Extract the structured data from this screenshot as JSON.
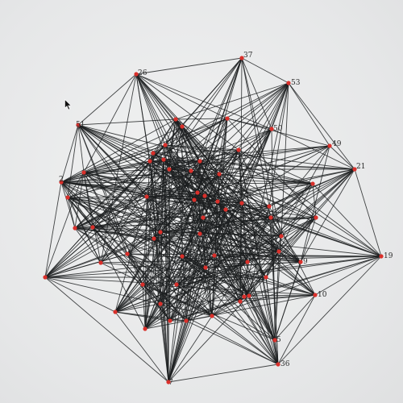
{
  "graph": {
    "nodes": [
      {
        "id": "n37",
        "label": "37"
      },
      {
        "id": "n26",
        "label": "26"
      },
      {
        "id": "n53",
        "label": "53"
      },
      {
        "id": "n51",
        "label": "51"
      },
      {
        "id": "n50",
        "label": "50"
      },
      {
        "id": "n49",
        "label": "49"
      },
      {
        "id": "n21",
        "label": "21"
      },
      {
        "id": "n2",
        "label": "2"
      },
      {
        "id": "n19",
        "label": "19"
      },
      {
        "id": "n9",
        "label": "9"
      },
      {
        "id": "n10",
        "label": "10"
      },
      {
        "id": "n5",
        "label": "5"
      },
      {
        "id": "n36",
        "label": "36"
      },
      {
        "id": "n7",
        "label": "7"
      },
      {
        "id": "n56",
        "label": ""
      },
      {
        "id": "n8",
        "label": ""
      },
      {
        "id": "n1",
        "label": ""
      },
      {
        "id": "n3",
        "label": ""
      },
      {
        "id": "n4",
        "label": ""
      },
      {
        "id": "n6",
        "label": ""
      },
      {
        "id": "n11",
        "label": ""
      },
      {
        "id": "n12",
        "label": ""
      },
      {
        "id": "n13",
        "label": ""
      },
      {
        "id": "n14",
        "label": ""
      },
      {
        "id": "n15",
        "label": ""
      },
      {
        "id": "n16",
        "label": ""
      },
      {
        "id": "n17",
        "label": ""
      },
      {
        "id": "n18",
        "label": ""
      },
      {
        "id": "n20",
        "label": ""
      },
      {
        "id": "n22",
        "label": ""
      },
      {
        "id": "n23",
        "label": ""
      },
      {
        "id": "n24",
        "label": ""
      },
      {
        "id": "n25",
        "label": ""
      },
      {
        "id": "n27",
        "label": ""
      },
      {
        "id": "n28",
        "label": ""
      },
      {
        "id": "n29",
        "label": ""
      },
      {
        "id": "n30",
        "label": ""
      },
      {
        "id": "n31",
        "label": ""
      },
      {
        "id": "n32",
        "label": ""
      },
      {
        "id": "n33",
        "label": ""
      },
      {
        "id": "n34",
        "label": ""
      },
      {
        "id": "n35",
        "label": ""
      },
      {
        "id": "n38",
        "label": ""
      },
      {
        "id": "n39",
        "label": ""
      },
      {
        "id": "n40",
        "label": ""
      },
      {
        "id": "n41",
        "label": ""
      },
      {
        "id": "n42",
        "label": ""
      },
      {
        "id": "n43",
        "label": ""
      },
      {
        "id": "n44",
        "label": ""
      },
      {
        "id": "n45",
        "label": ""
      },
      {
        "id": "n46",
        "label": ""
      },
      {
        "id": "n47",
        "label": ""
      },
      {
        "id": "n48",
        "label": ""
      },
      {
        "id": "n52",
        "label": ""
      },
      {
        "id": "n54",
        "label": ""
      },
      {
        "id": "n55",
        "label": ""
      },
      {
        "id": "n57",
        "label": ""
      },
      {
        "id": "n58",
        "label": ""
      }
    ]
  },
  "colors": {
    "node": "#d9302b",
    "edge": "#1b1d1f",
    "background": "#ebecec"
  },
  "cursor": {
    "icon": "mouse-pointer-icon"
  }
}
